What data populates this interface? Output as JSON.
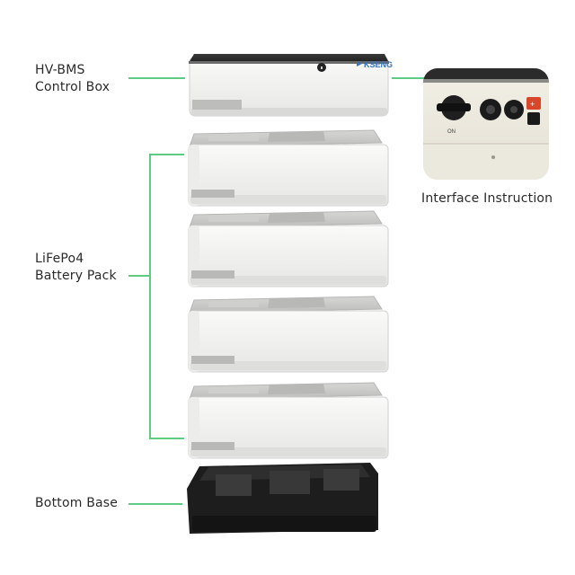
{
  "labels": {
    "hv_bms": {
      "line1": "HV-BMS",
      "line2": "Control Box"
    },
    "battery": {
      "line1": "LiFePo4",
      "line2": "Battery Pack"
    },
    "base": "Bottom Base",
    "interface": "Interface Instruction"
  },
  "brand": "KSENG",
  "interface_panel": {
    "on_text": "ON",
    "port_mark": "+"
  },
  "colors": {
    "leader_line": "#5ecb82",
    "module_body": "#f4f4f2",
    "module_top": "#c9c9c7",
    "lid": "#2b2b2b",
    "base": "#1b1b1b",
    "brand": "#3a74b8",
    "accent_red": "#d9472b"
  },
  "icons": [
    "lock-icon",
    "power-switch-icon",
    "connector-port-icon",
    "positive-terminal-icon"
  ]
}
